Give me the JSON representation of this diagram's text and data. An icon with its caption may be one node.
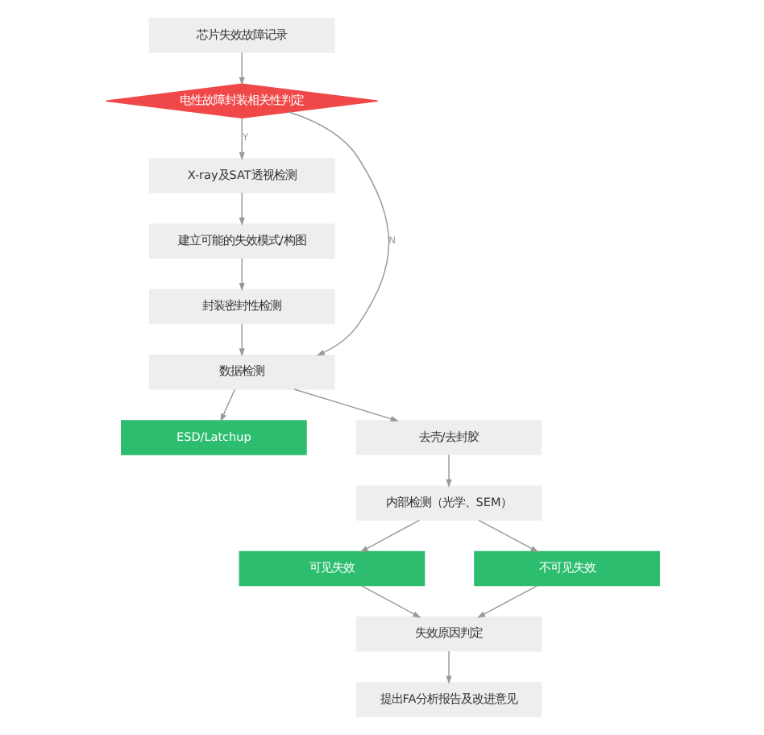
{
  "diagram": {
    "nodes": [
      {
        "text": [
          "芯片失效故障记录"
        ]
      },
      {
        "text": [
          "电性故障封装相关性判定"
        ]
      },
      {
        "text": [
          "X-ray及SAT透视检测"
        ]
      },
      {
        "text": [
          "建立可能的失效模式/构图"
        ]
      },
      {
        "text": [
          "封装密封性检测"
        ]
      },
      {
        "text": [
          "数据检测"
        ]
      },
      {
        "text": [
          "ESD/Latchup"
        ]
      },
      {
        "text": [
          "去壳/去封胶"
        ]
      },
      {
        "text": [
          "内部检测（光学、SEM）"
        ]
      },
      {
        "text": [
          "可见失效"
        ]
      },
      {
        "text": [
          "不可见失效"
        ]
      },
      {
        "text": [
          "失效原因判定"
        ]
      },
      {
        "text": [
          "提出FA分析报告及改进意见"
        ]
      }
    ],
    "edges": [
      {
        "from": 0,
        "to": 1,
        "arrow": "to"
      },
      {
        "from": 1,
        "to": 2,
        "arrow": "to",
        "label": "Y"
      },
      {
        "from": 2,
        "to": 3,
        "arrow": "to"
      },
      {
        "from": 3,
        "to": 4,
        "arrow": "to"
      },
      {
        "from": 4,
        "to": 5,
        "arrow": "to"
      },
      {
        "from": 1,
        "to": 5,
        "arrow": "to",
        "label": "N"
      },
      {
        "from": 5,
        "to": 6,
        "arrow": "to"
      },
      {
        "from": 5,
        "to": 7,
        "arrow": "to"
      },
      {
        "from": 7,
        "to": 8,
        "arrow": "to"
      },
      {
        "from": 8,
        "to": 9,
        "arrow": "to"
      },
      {
        "from": 8,
        "to": 10,
        "arrow": "to"
      },
      {
        "from": 9,
        "to": 11,
        "arrow": "to"
      },
      {
        "from": 10,
        "to": 11,
        "arrow": "to"
      },
      {
        "from": 11,
        "to": 12,
        "arrow": "to"
      }
    ]
  }
}
